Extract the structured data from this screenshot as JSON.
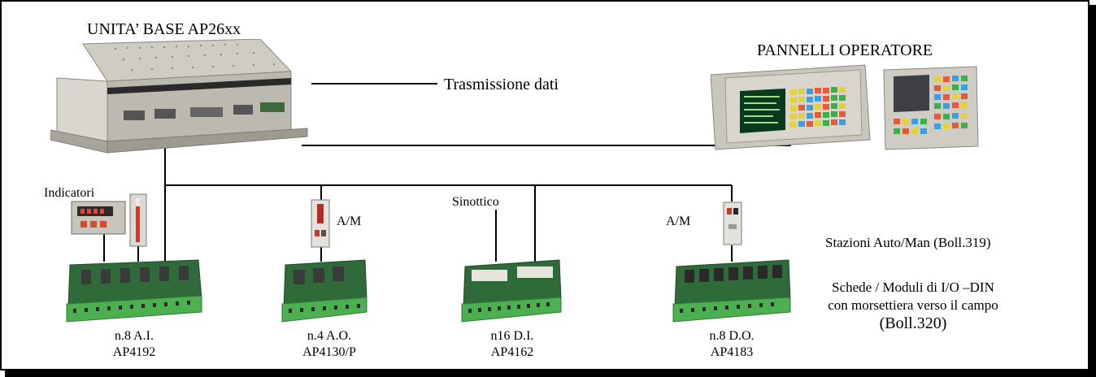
{
  "title_base": "UNITA’ BASE AP26xx",
  "title_panels": "PANNELLI OPERATORE",
  "data_link_label": "Trasmissione dati",
  "indicators_label": "Indicatori",
  "synoptic_label": "Sinottico",
  "am_label_1": "A/M",
  "am_label_2": "A/M",
  "stations_label": "Stazioni Auto/Man (Boll.319)",
  "io_line1": "Schede / Moduli di I/O –DIN",
  "io_line2": "con morsettiera verso il campo",
  "io_line3": "(Boll.320)",
  "modules": [
    {
      "line1": "n.8 A.I.",
      "line2": "AP4192"
    },
    {
      "line1": "n.4 A.O.",
      "line2": "AP4130/P"
    },
    {
      "line1": "n16 D.I.",
      "line2": "AP4162"
    },
    {
      "line1": "n.8 D.O.",
      "line2": "AP4183"
    }
  ],
  "colors": {
    "wire": "#000000",
    "metal": "#b9b6ad",
    "board": "#2f6b3a",
    "terminal": "#4caf50"
  }
}
